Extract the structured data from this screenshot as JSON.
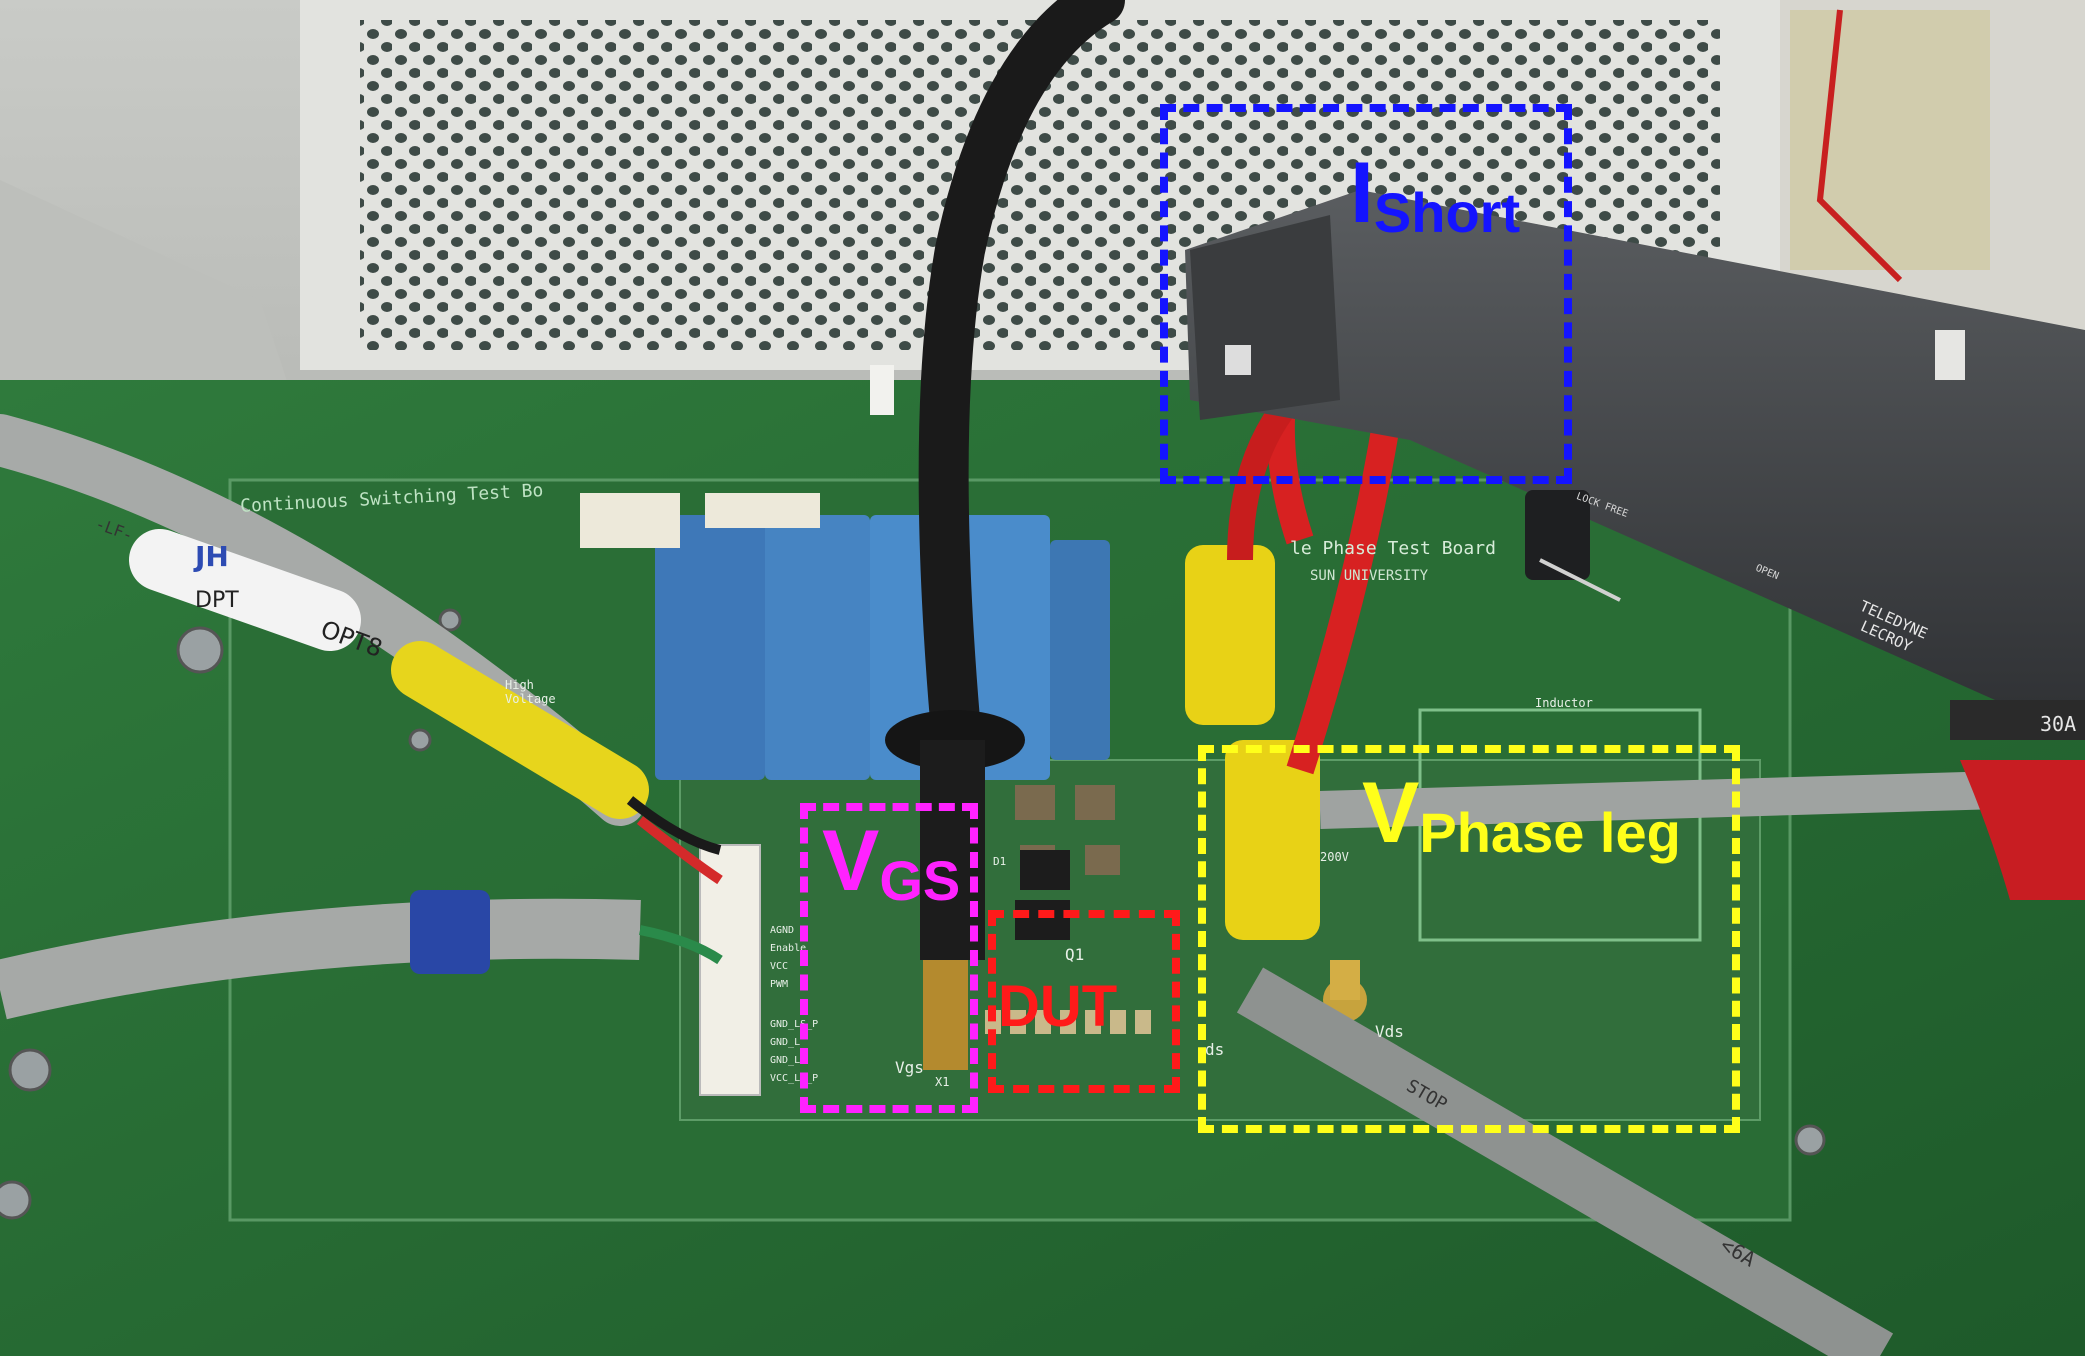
{
  "colors": {
    "isc_box": "#1414ff",
    "vgs_box": "#ff22ff",
    "dut_box": "#ff1a1a",
    "vphase_box": "#ffff1a",
    "pcb": "#2a6b35",
    "probe_body": "#4a4d50"
  },
  "annotations": {
    "isc": {
      "main": "I",
      "sub": "Short"
    },
    "vgs": {
      "main": "V",
      "sub": "GS"
    },
    "dut": {
      "text": "DUT"
    },
    "vphase": {
      "main": "V",
      "sub": "Phase leg"
    }
  },
  "board_text": {
    "title_left": "Continuous Switching Test Bo",
    "title_right": "le Phase Test Board",
    "university": "SUN UNIVERSITY",
    "high_voltage": "High Voltage",
    "connector_pins": [
      "AGND",
      "Enable",
      "VCC",
      "PWM",
      "GND_LS_P",
      "GND_L",
      "GND_L",
      "VCC_LS_P"
    ],
    "vgs_label": "Vgs",
    "vds_label": "Vds",
    "inductor_label": "Inductor",
    "q1_label": "Q1",
    "d1_label": "D1",
    "x1_label": "X1",
    "ds_label": "ds",
    "rating": "200V"
  },
  "probe_text": {
    "brand": "TELEDYNE LECROY",
    "lock_free": "LOCK FREE",
    "open": "OPEN",
    "model": "30A"
  },
  "cable_text": {
    "tag1": "JH",
    "tag2": "DPT",
    "tag3": "OPT8",
    "sleeve1": "-LF-",
    "stop": "STOP",
    "cat": "<6A"
  }
}
